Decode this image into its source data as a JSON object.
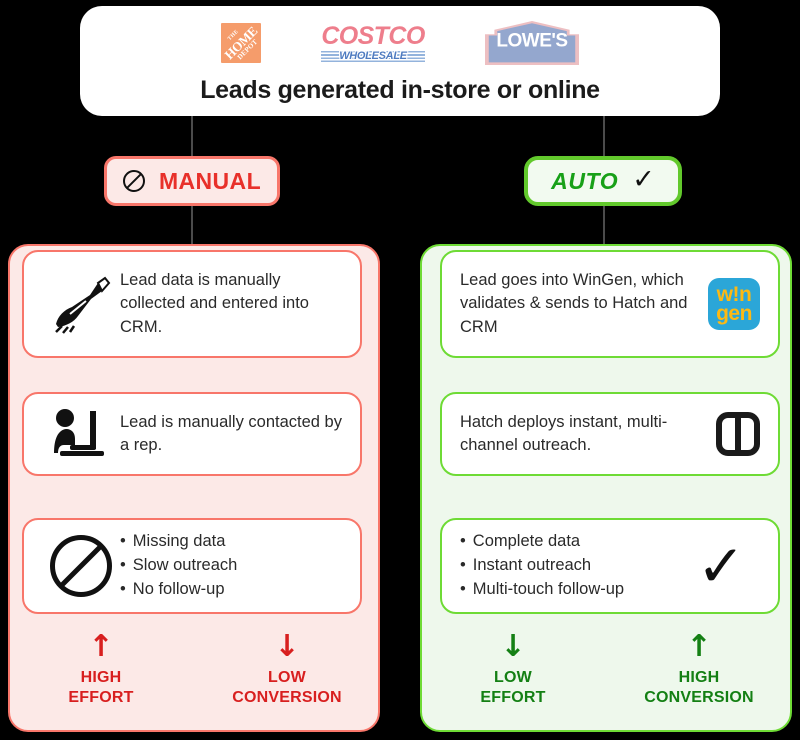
{
  "header": {
    "title": "Leads generated in-store or online",
    "logos": [
      {
        "name": "home-depot-logo",
        "line1": "THE",
        "line2": "HOME",
        "line3": "DEPOT"
      },
      {
        "name": "costco-logo",
        "top": "COSTCO",
        "bottom": "WHOLESALE"
      },
      {
        "name": "lowes-logo",
        "word": "LOWE'S"
      }
    ]
  },
  "manual": {
    "badge": {
      "label": "MANUAL",
      "icon": "no-entry-icon"
    },
    "cards": [
      {
        "icon": "hand-writing-pen-icon",
        "text": "Lead data is manually collected and entered into CRM."
      },
      {
        "icon": "person-at-computer-icon",
        "text": "Lead is manually contacted by a rep."
      },
      {
        "icon": "no-entry-icon",
        "bullets": [
          "Missing data",
          "Slow outreach",
          "No follow-up"
        ]
      }
    ],
    "outcomes": [
      {
        "arrow": "↑",
        "icon": "arrow-up-icon",
        "label": "HIGH\nEFFORT"
      },
      {
        "arrow": "↓",
        "icon": "arrow-down-icon",
        "label": "LOW\nCONVERSION"
      }
    ]
  },
  "auto": {
    "badge": {
      "label": "AUTO",
      "icon": "checkmark-icon",
      "check": "✓"
    },
    "cards": [
      {
        "icon": "wingen-logo",
        "text": "Lead goes into WinGen, which validates & sends to Hatch and CRM",
        "logo_line1": "w!n",
        "logo_line2": "gen"
      },
      {
        "icon": "hatch-logo",
        "text": "Hatch deploys instant, multi-channel outreach."
      },
      {
        "icon": "checkmark-icon",
        "check": "✓",
        "bullets": [
          "Complete data",
          "Instant outreach",
          "Multi-touch follow-up"
        ]
      }
    ],
    "outcomes": [
      {
        "arrow": "↓",
        "icon": "arrow-down-icon",
        "label": "LOW\nEFFORT"
      },
      {
        "arrow": "↑",
        "icon": "arrow-up-icon",
        "label": "HIGH\nCONVERSION"
      }
    ]
  },
  "colors": {
    "manual_accent": "#F8766A",
    "manual_text": "#E8302A",
    "manual_bg": "#FCE9E7",
    "auto_accent": "#6EDB35",
    "auto_text": "#18A018",
    "auto_bg": "#EEF8EC",
    "background": "#000000"
  }
}
